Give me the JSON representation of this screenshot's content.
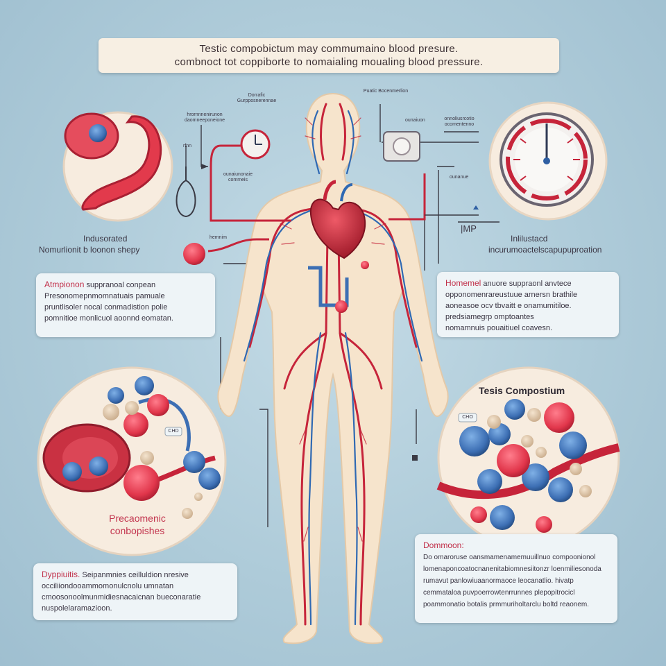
{
  "title": {
    "line1": "Testic compobictum may commumaino blood presure.",
    "line2": "combnoct tot coppiborte to nomaialing moualing blood pressure."
  },
  "left_caption": {
    "line1": "Indusorated",
    "line2": "Nomurlionit b loonon shepy"
  },
  "right_caption": {
    "line1": "Inlilustacd",
    "line2": "incurumoactelscapupuproation"
  },
  "card_top_left": {
    "heading": "Atmpionon",
    "lines": [
      "suppranoal conpean",
      "Presonomepnmomnatuais pamuale",
      "pruntlisoler nocal conmadistion polie",
      "pomnitioe monlicuol aoonnd eomatan."
    ]
  },
  "card_top_right": {
    "heading": "Homemel",
    "lines": [
      "anuore suppraonl anvtece",
      "opponomenrareustuue arnersn brathile",
      "aoneasoe ocv tbvaitt e onamumitiloe.",
      "predsiamegrp omptoantes",
      "nomamnuis pouaitiuel coavesn."
    ]
  },
  "card_bottom_left": {
    "heading": "Dyppiuitis.",
    "lines": [
      "Seipanmnies ceilluldion nresive",
      "occiliiondooammomonulcnolu umnatan",
      "cmoosonoolmunmidiesnacaicnan bueconaratie",
      "nuspolelaramazioon."
    ]
  },
  "card_bottom_right": {
    "heading": "Dommoon:",
    "lines": [
      "Do omaroruse oansmamenamemuuillnuo compoonionol",
      "lomenaponcoatocnanenitabiomnesiitonzr loenmiliesonoda",
      "rumavut panlowiuaanormaoce leocanatlio. hivatp",
      "cemmataloa puvpoerrowtenrrunnes plepopitrocicl",
      "poammonatio botalis prmmuriholtarclu boltd reaonem."
    ]
  },
  "circle_bottom_left_caption": {
    "line1": "Precaomenic",
    "line2": "conbopishes"
  },
  "circle_bottom_right_title": "Tesis Compostium",
  "small_labels": {
    "heart_top": "Dorrafic Gurpposnerennae",
    "top_right_monitor": "Puatic Bocenmerlion",
    "left_upper": "hrornnnenirunon daomneeponeione",
    "left_mid": "ounaiunonaie commeis",
    "right_upper": "ounaiuon",
    "right_upper2": "onnoliusrcotio ocomentenno",
    "right_mid": "ounanue",
    "left_small": "rfnn",
    "pump_label": "hemnim",
    "formula": "|MP",
    "badge_left": "CHD",
    "badge_right": "CHO"
  },
  "colors": {
    "artery_red": "#c6243a",
    "vein_blue": "#2f69b3",
    "skin": "#f6e4cc",
    "accent_red": "#c1304a"
  }
}
